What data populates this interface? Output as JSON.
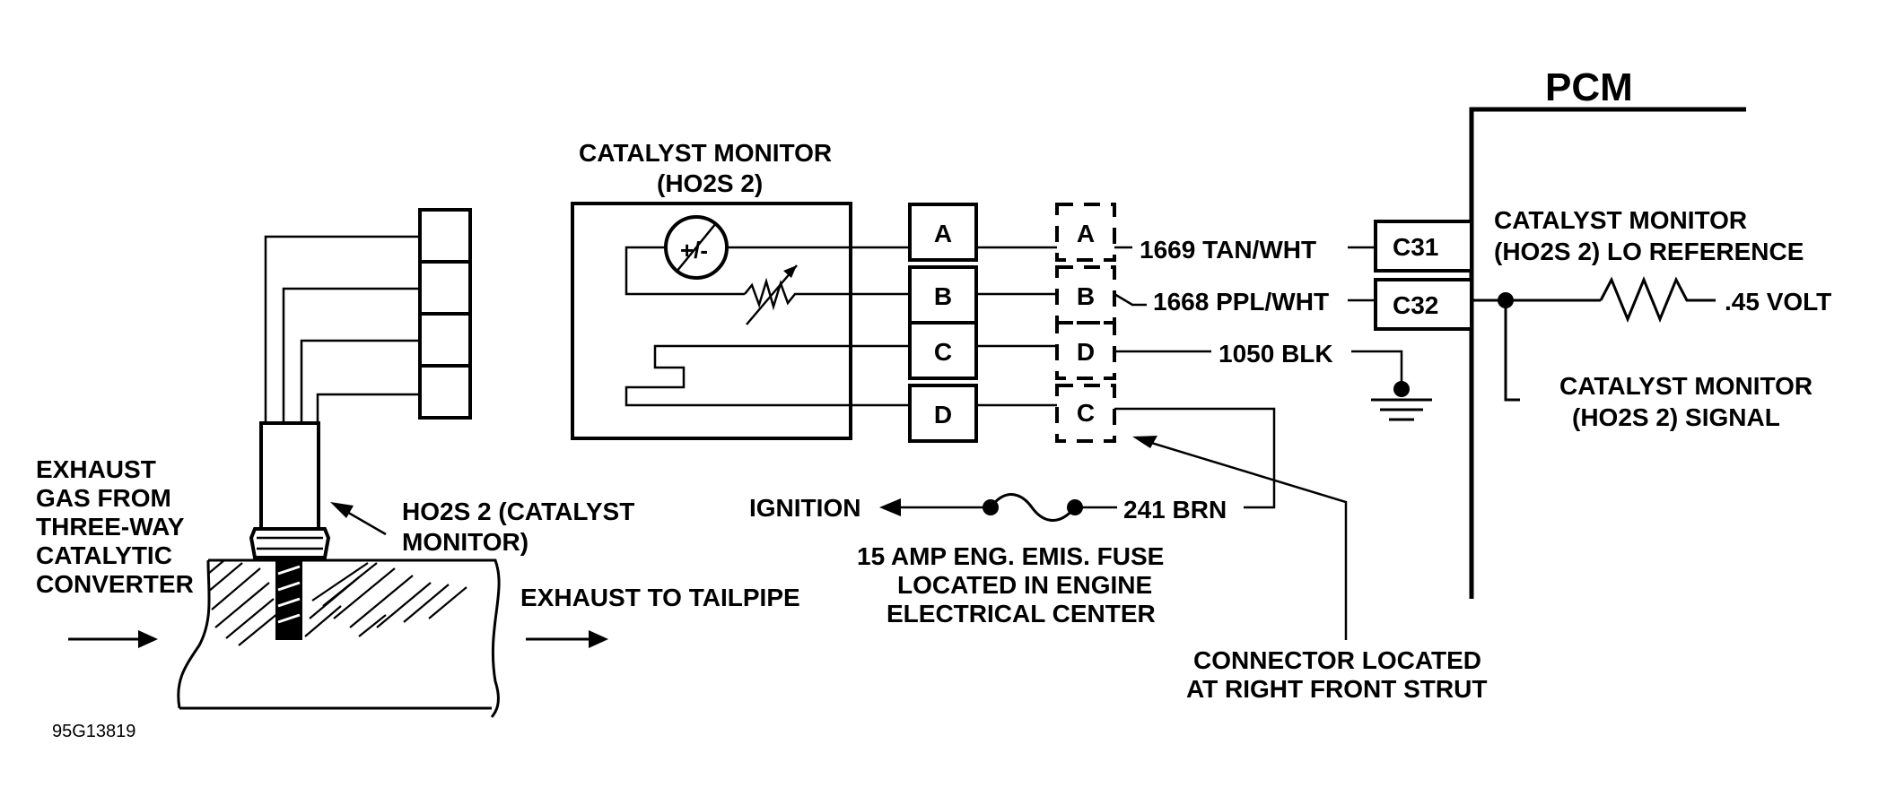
{
  "pcm": {
    "title": "PCM"
  },
  "sensor": {
    "title_line1": "CATALYST MONITOR",
    "title_line2": "(HO2S 2)",
    "sign": "+/-"
  },
  "sensor_connector": {
    "pins": [
      "A",
      "B",
      "C",
      "D"
    ]
  },
  "strut_connector": {
    "pins": [
      "A",
      "B",
      "D",
      "C"
    ]
  },
  "wires": {
    "a": "1669 TAN/WHT",
    "b": "1668 PPL/WHT",
    "ground": "1050 BLK",
    "ignition_feed": "241 BRN"
  },
  "pcm_terminals": {
    "c31": "C31",
    "c32": "C32"
  },
  "pcm_labels": {
    "lo_ref_line1": "CATALYST MONITOR",
    "lo_ref_line2": "(HO2S 2) LO REFERENCE",
    "signal_line1": "CATALYST MONITOR",
    "signal_line2": "(HO2S 2) SIGNAL",
    "bias_voltage": ".45 VOLT"
  },
  "ignition": {
    "label": "IGNITION",
    "fuse_line1": "15 AMP ENG. EMIS. FUSE",
    "fuse_line2": "LOCATED IN ENGINE",
    "fuse_line3": "ELECTRICAL CENTER"
  },
  "connector_note": {
    "line1": "CONNECTOR LOCATED",
    "line2": "AT RIGHT FRONT STRUT"
  },
  "exhaust": {
    "in_line1": "EXHAUST",
    "in_line2": "GAS FROM",
    "in_line3": "THREE-WAY",
    "in_line4": "CATALYTIC",
    "in_line5": "CONVERTER",
    "out_label": "EXHAUST TO TAILPIPE",
    "sensor_line1": "HO2S 2 (CATALYST",
    "sensor_line2": "MONITOR)"
  },
  "figure_id": "95G13819"
}
